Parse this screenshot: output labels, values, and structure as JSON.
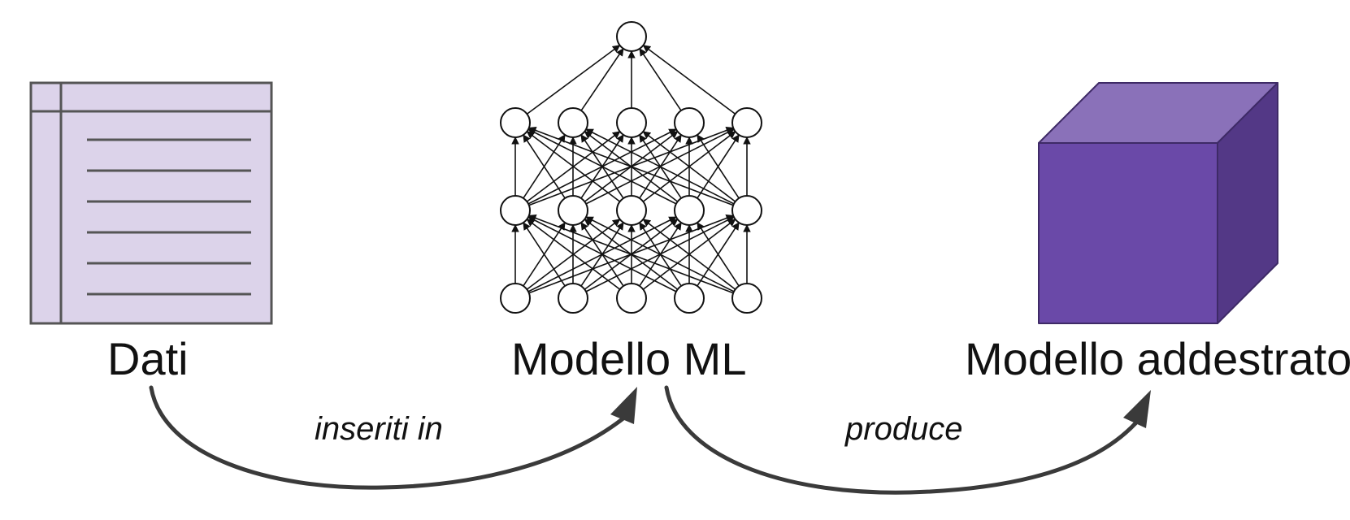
{
  "nodes": {
    "data": {
      "label": "Dati"
    },
    "model": {
      "label": "Modello ML"
    },
    "trained": {
      "label": "Modello addestrato"
    }
  },
  "edges": [
    {
      "from": "data",
      "to": "model",
      "label": "inseriti in"
    },
    {
      "from": "model",
      "to": "trained",
      "label": "produce"
    }
  ],
  "colors": {
    "document_fill": "#dcd3ea",
    "document_stroke": "#555555",
    "cube_front": "#6a49a8",
    "cube_top": "#8a71b9",
    "cube_side": "#533886",
    "network_stroke": "#111111",
    "arrow": "#3a3a3a"
  }
}
